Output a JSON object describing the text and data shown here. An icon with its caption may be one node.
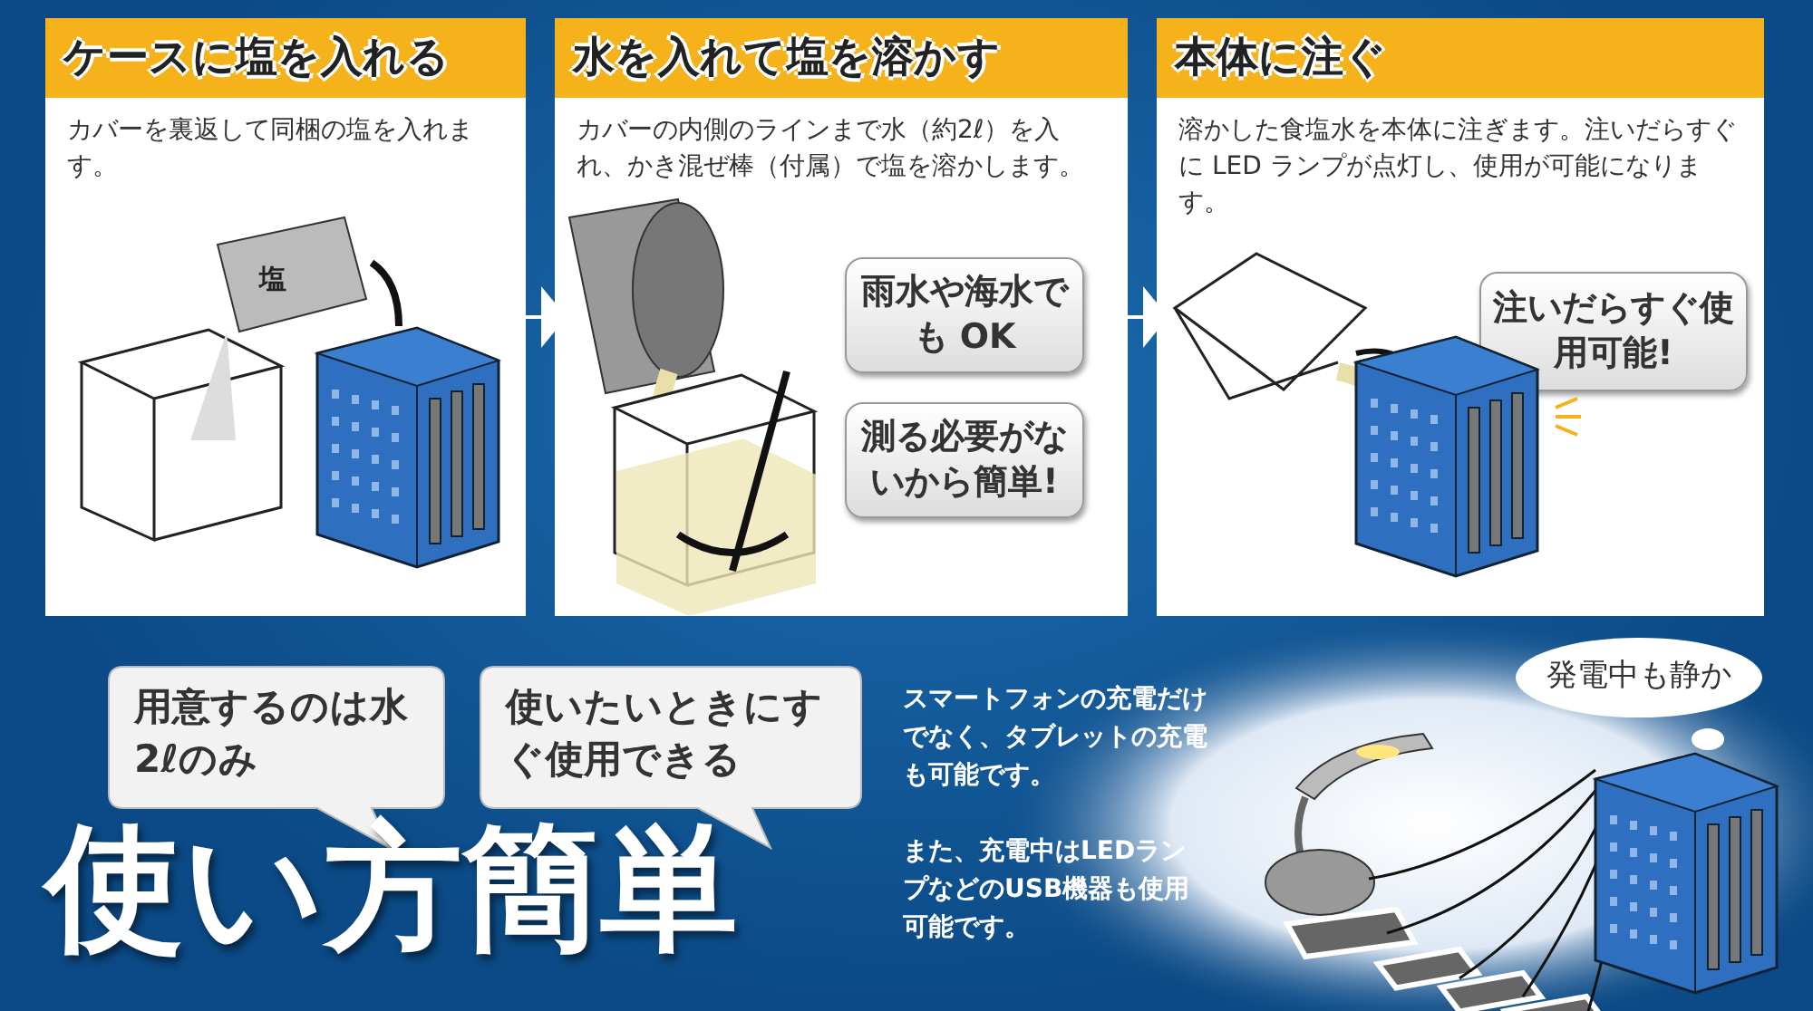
{
  "diagram": {
    "title": "使い方簡単",
    "nodes": [
      {
        "text": [
          "ケースに塩を入れる",
          "カバーを裏返して同梱の塩を入れます。"
        ]
      },
      {
        "text": [
          "水を入れて塩を溶かす",
          "カバーの内側のラインまで水（約2ℓ）を入れ、かき混ぜ棒（付属）で塩を溶かします。"
        ]
      },
      {
        "text": [
          "雨水や海水でも OK"
        ],
        "in": 1
      },
      {
        "text": [
          "測る必要がないから簡単!"
        ],
        "in": 1
      },
      {
        "text": [
          "本体に注ぐ",
          "溶かした食塩水を本体に注ぎます。注いだらすぐに LED ランプが点灯し、使用が可能になります。"
        ]
      },
      {
        "text": [
          "注いだらすぐ使用可能!"
        ],
        "in": 4
      },
      {
        "text": [
          "用意するのは水2ℓのみ"
        ]
      },
      {
        "text": [
          "使いたいときにすぐ使用できる"
        ]
      },
      {
        "text": [
          "発電中も静か"
        ]
      }
    ],
    "edges": [
      {
        "from": 0,
        "to": 1,
        "arrow": "to"
      },
      {
        "from": 1,
        "to": 4,
        "arrow": "to"
      }
    ],
    "labels": [
      "塩",
      "スマートフォンの充電だけでなく、タブレットの充電も可能です。",
      "また、充電中はLEDランプなどのUSB機器も使用可能です。"
    ]
  }
}
